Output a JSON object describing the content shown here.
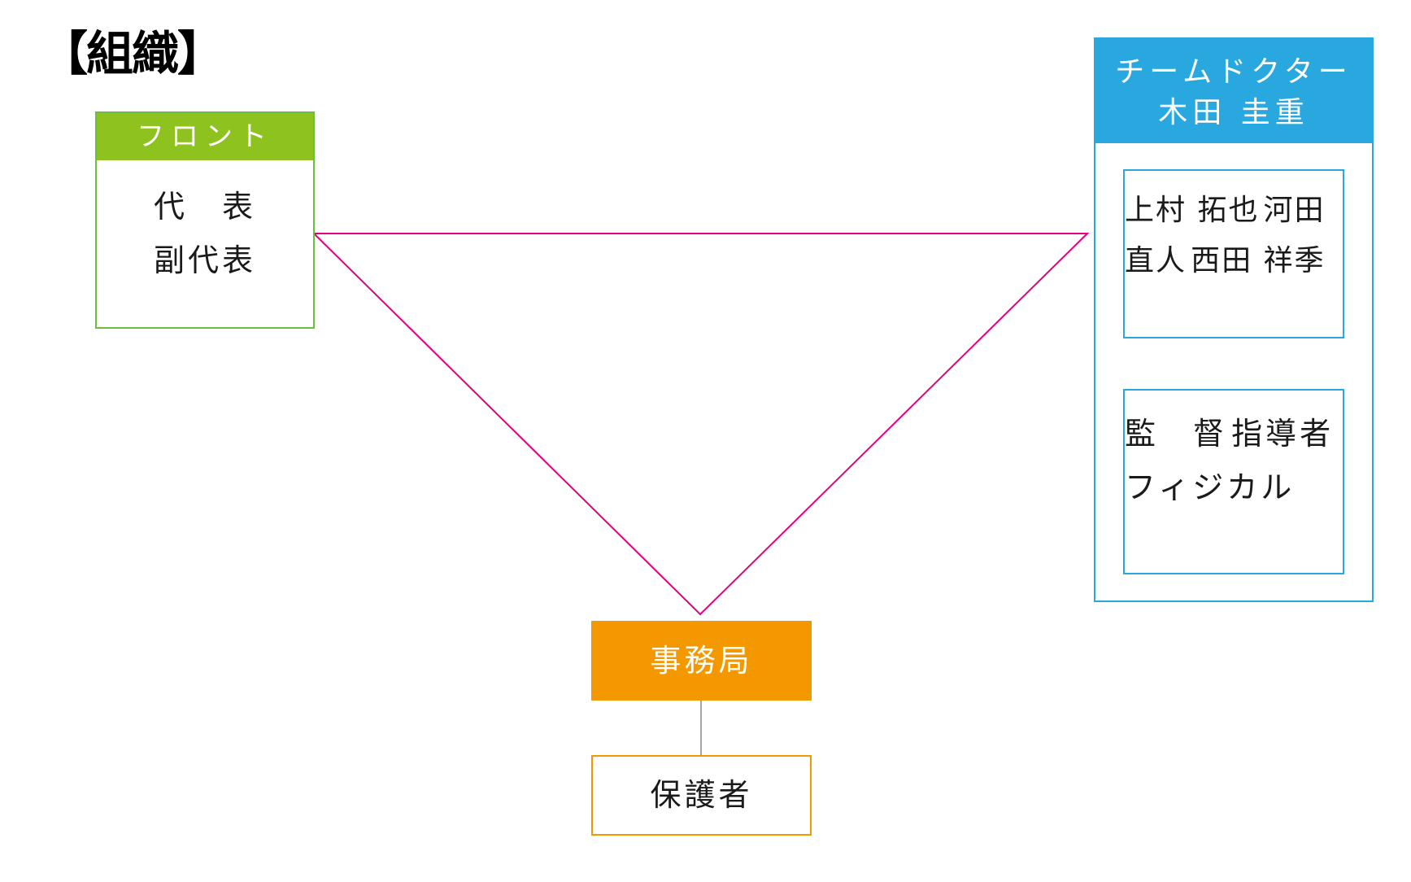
{
  "title": "【組織】",
  "front": {
    "heading": "フロント",
    "roles": [
      "代　表",
      "副代表"
    ]
  },
  "team_doctor": {
    "heading_line1": "チームドクター",
    "heading_line2": "木田 圭重",
    "members": [
      "上村 拓也",
      "河田 直人",
      "西田 祥季"
    ],
    "staff": [
      "監　督",
      "指導者",
      "フィジカル"
    ]
  },
  "office": {
    "label": "事務局",
    "subordinate": "保護者"
  },
  "colors": {
    "front_green": "#8dc21f",
    "doctor_blue": "#29a8e0",
    "office_orange": "#f39800",
    "triangle_magenta": "#e4007f",
    "connector_gray": "#888888"
  }
}
